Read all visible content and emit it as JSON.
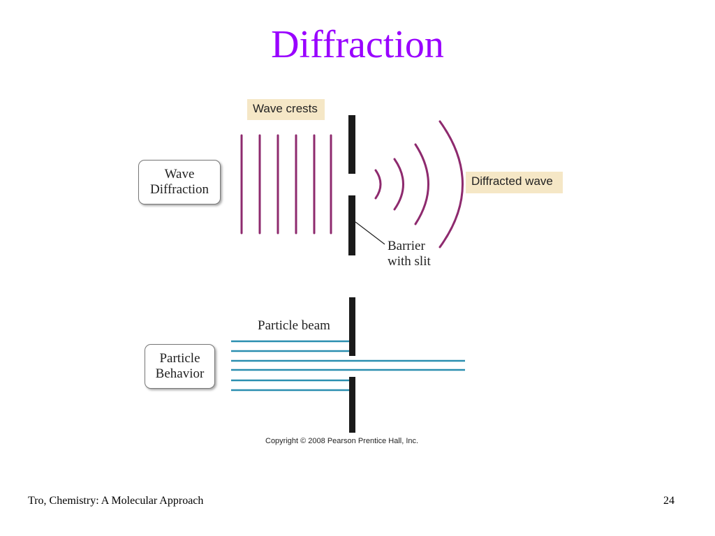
{
  "slide": {
    "title": "Diffraction",
    "footer_left": "Tro, Chemistry: A Molecular Approach",
    "page_number": "24"
  },
  "wave_panel": {
    "box_line1": "Wave",
    "box_line2": "Diffraction",
    "crests_tag": "Wave crests",
    "diffracted_tag": "Diffracted wave",
    "barrier_line1": "Barrier",
    "barrier_line2": "with slit"
  },
  "particle_panel": {
    "box_line1": "Particle",
    "box_line2": "Behavior",
    "beam_label": "Particle beam"
  },
  "copyright": "Copyright © 2008 Pearson Prentice Hall, Inc.",
  "colors": {
    "title": "#9900ff",
    "wave_crests": "#8e2a6e",
    "particle_beam": "#2b8fb0",
    "barrier": "#1a1a1a",
    "tag_background": "#f5e7c6"
  }
}
